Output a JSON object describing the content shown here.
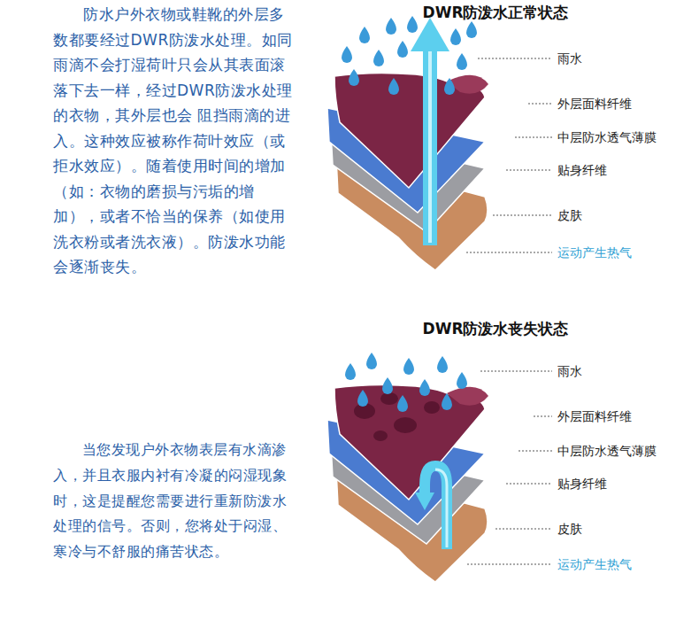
{
  "diagram": {
    "labels": [
      "DWR防泼水正常状态",
      "防水户外衣物或鞋靴的外层多数都要经过DWR防泼水处理。如同雨滴不会打湿荷叶只会从其表面滚落下去一样，经过DWR防泼水处理的衣物，其外层也会 阻挡雨滴的进入。这种效应被称作荷叶效应（或拒水效应）。随着使用时间的增加（如：衣物的磨损与污垢的增加），或者不恰当的保养（如使用洗衣粉或者洗衣液）。防泼水功能会逐渐丧失。",
      "雨水",
      "外层面料纤维",
      "中层防水透气薄膜",
      "贴身纤维",
      "皮肤",
      "运动产生热气",
      "DWR防泼水丧失状态",
      "当您发现户外衣物表层有水滴渗入，并且衣服内衬有冷凝的闷湿现象时，这是提醒您需要进行重新防泼水处理的信号。否则，您将处于闷湿、寒冷与不舒服的痛苦状态。",
      "雨水",
      "外层面料纤维",
      "中层防水透气薄膜",
      "贴身纤维",
      "皮肤",
      "运动产生热气"
    ]
  }
}
